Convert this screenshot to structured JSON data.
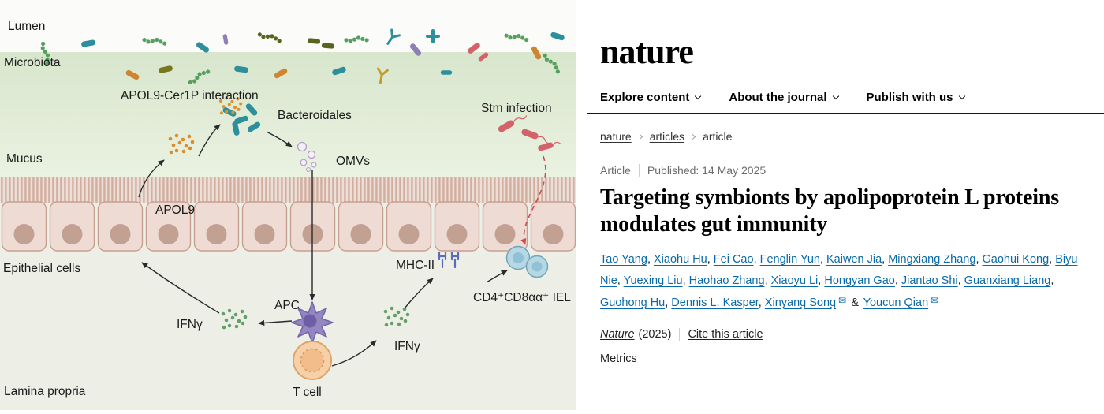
{
  "colors": {
    "link_blue": "#0a69a7",
    "figure_green_zone": "#e3eedb",
    "figure_epithelium": "#eedcd4",
    "stm_red": "#d4626b",
    "apol9_orange": "#dd8c2b"
  },
  "figure": {
    "labels": {
      "lumen": "Lumen",
      "microbiota": "Microbiota",
      "interaction": "APOL9-Cer1P interaction",
      "bacteroidales": "Bacteroidales",
      "omvs": "OMVs",
      "stm": "Stm infection",
      "mucus": "Mucus",
      "apol9": "APOL9",
      "epithelial": "Epithelial cells",
      "mhc2": "MHC-II",
      "iel": "CD4⁺CD8αα⁺ IEL",
      "ifng_left": "IFNγ",
      "ifng_right": "IFNγ",
      "apc": "APC",
      "tcell": "T cell",
      "lamina": "Lamina propria"
    }
  },
  "article": {
    "brand": "nature",
    "nav": [
      {
        "label": "Explore content"
      },
      {
        "label": "About the journal"
      },
      {
        "label": "Publish with us"
      }
    ],
    "breadcrumb": [
      "nature",
      "articles",
      "article"
    ],
    "meta": {
      "type": "Article",
      "published": "Published: 14 May 2025"
    },
    "title": "Targeting symbionts by apolipoprotein L proteins modulates gut immunity",
    "authors": [
      "Tao Yang",
      "Xiaohu Hu",
      "Fei Cao",
      "Fenglin Yun",
      "Kaiwen Jia",
      "Mingxiang Zhang",
      "Gaohui Kong",
      "Biyu Nie",
      "Yuexing Liu",
      "Haohao Zhang",
      "Xiaoyu Li",
      "Hongyan Gao",
      "Jiantao Shi",
      "Guanxiang Liang",
      "Guohong Hu",
      "Dennis L. Kasper",
      "Xinyang Song",
      "Youcun Qian"
    ],
    "authors_joiner": "&",
    "icons": {
      "email": "✉"
    },
    "citation": {
      "journal": "Nature",
      "year": "(2025)",
      "cite_label": "Cite this article"
    },
    "metrics_label": "Metrics"
  }
}
